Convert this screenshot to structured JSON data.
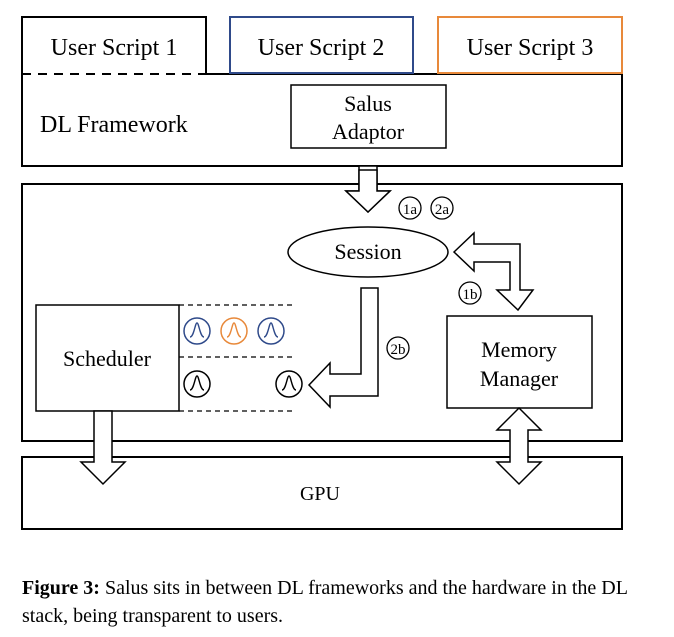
{
  "user_scripts": [
    {
      "label": "User Script 1",
      "color": "#000000"
    },
    {
      "label": "User Script 2",
      "color": "#2f4a8a"
    },
    {
      "label": "User Script 3",
      "color": "#e8893a"
    }
  ],
  "framework": {
    "label": "DL Framework",
    "adaptor_line1": "Salus",
    "adaptor_line2": "Adaptor"
  },
  "core": {
    "session": "Session",
    "scheduler": "Scheduler",
    "memory_line1": "Memory",
    "memory_line2": "Manager"
  },
  "steps": {
    "s1a": "1a",
    "s2a": "2a",
    "s1b": "1b",
    "s2b": "2b"
  },
  "gpu": "GPU",
  "colors": {
    "blue": "#2f4a8a",
    "orange": "#e8893a",
    "black": "#000000"
  },
  "caption": {
    "label": "Figure 3:",
    "text": " Salus sits in between DL frameworks and the hardware in the DL stack, being transparent to users."
  }
}
